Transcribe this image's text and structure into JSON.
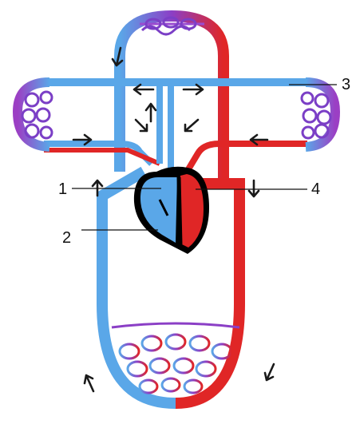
{
  "labels": {
    "l1": "1",
    "l2": "2",
    "l3": "3",
    "l4": "4"
  },
  "colors": {
    "deoxygenated_blood": "#5aa7e8",
    "oxygenated_blood": "#e02626",
    "capillary_mix": "#8b3fc6",
    "heart_outline": "#000000",
    "arrows": "#1a1a1a"
  },
  "icons": [
    "arrow-icon"
  ]
}
